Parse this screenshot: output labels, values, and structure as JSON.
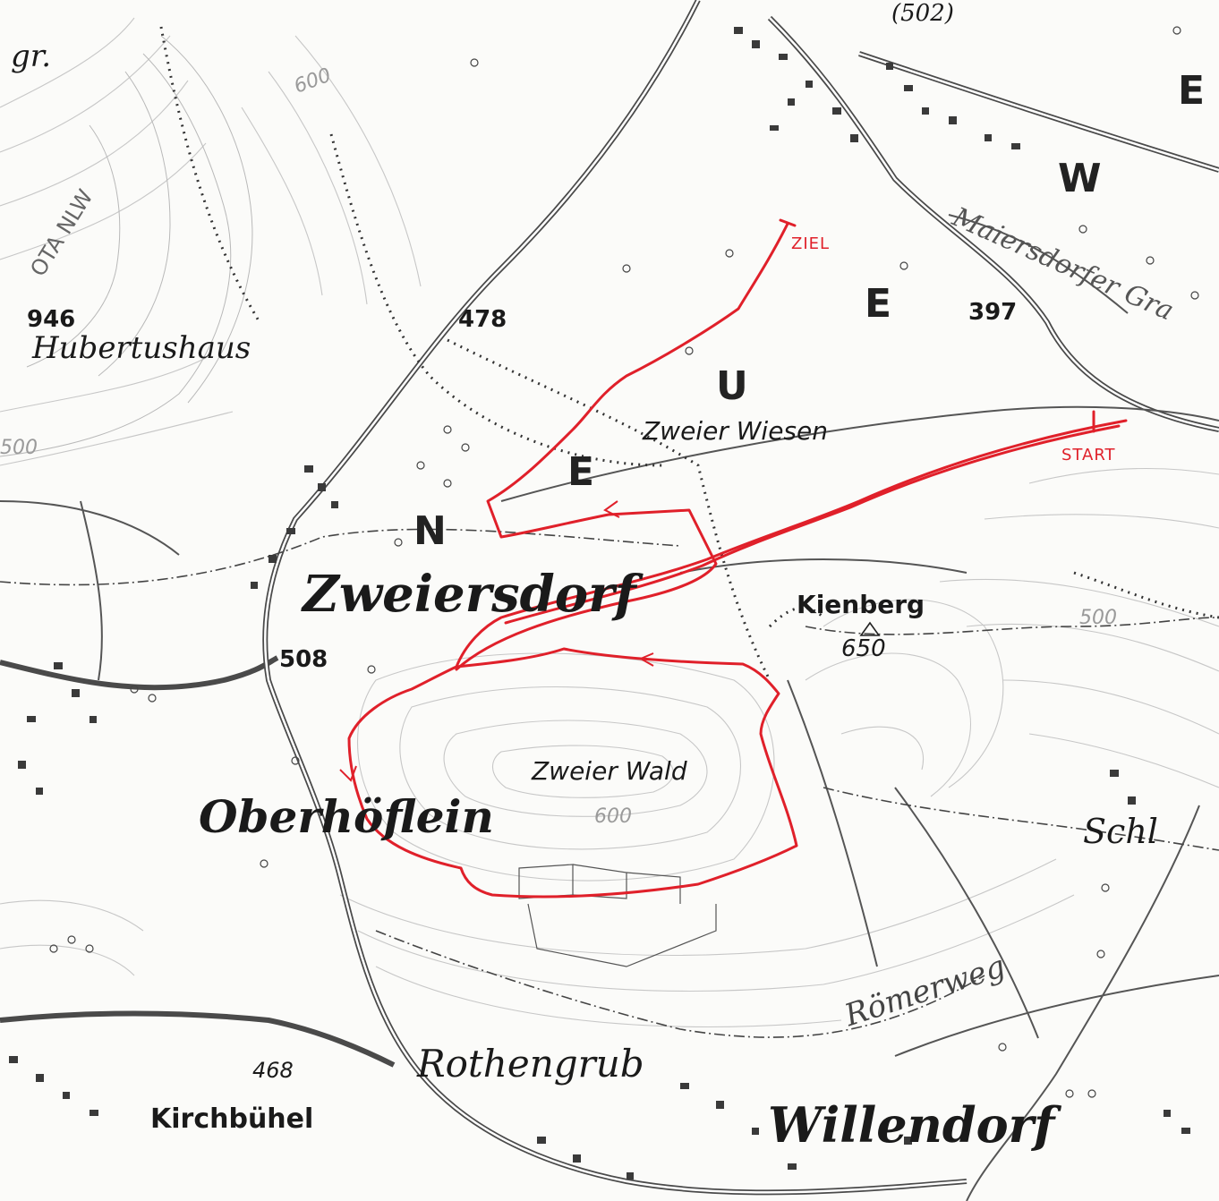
{
  "map": {
    "places": {
      "zweiersdorf": "Zweiersdorf",
      "oberhoeflein": "Oberhöflein",
      "rothengrub": "Rothengrub",
      "willendorf": "Willendorf",
      "kirchbuehel": "Kirchbühel",
      "hubertushaus": "Hubertushaus",
      "schl": "Schl"
    },
    "areas": {
      "zweier_wiesen": "Zweier Wiesen",
      "zweier_wald": "Zweier Wald",
      "kienberg": "Kienberg"
    },
    "roads": {
      "maiersdorfer_graben": "Maiersdorfer Gra",
      "roemerweg": "Römerweg",
      "road_502": "(502)"
    },
    "heights": {
      "h946": "946",
      "h478": "478",
      "h397": "397",
      "h508": "508",
      "h650": "650",
      "h468": "468",
      "c600_top": "600",
      "c600_wald": "600",
      "c500": "500",
      "c500_left": "500"
    },
    "misc": {
      "gr": "gr.",
      "ota_nlw": "OTA NLW"
    },
    "big_letters": [
      "N",
      "E",
      "U",
      "E",
      "W",
      "E"
    ],
    "route": {
      "start_label": "START",
      "end_label": "ZIEL",
      "color": "#e0202a"
    }
  }
}
